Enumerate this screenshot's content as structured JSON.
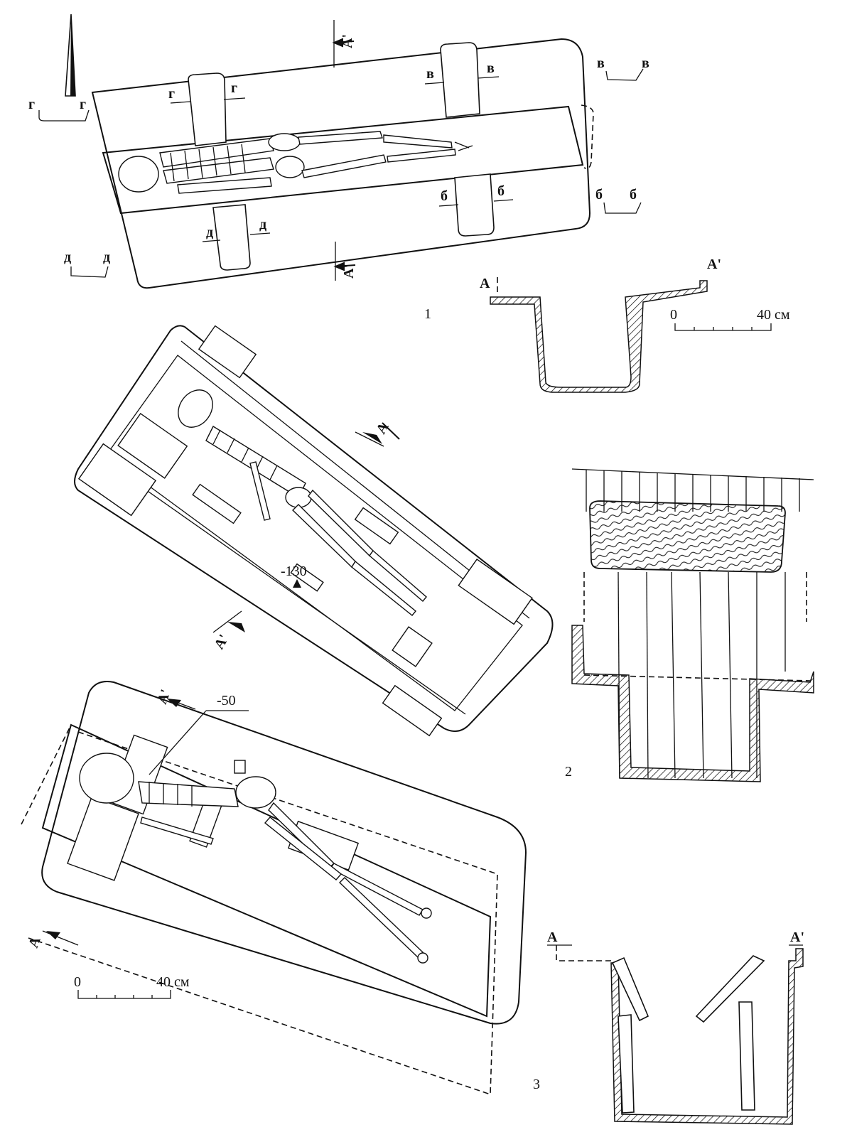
{
  "figure1": {
    "number": "1",
    "section_markers": {
      "g": [
        "г",
        "г"
      ],
      "v": [
        "в",
        "в"
      ],
      "b": [
        "б",
        "б"
      ],
      "d": [
        "д",
        "д"
      ]
    },
    "plan_labels": {
      "g_left": "г",
      "g_right": "г",
      "v_left": "в",
      "v_right": "в",
      "b_left": "б",
      "b_right": "б",
      "d_left": "д",
      "d_right": "д",
      "a_top": "А'",
      "a_bottom": "А'"
    },
    "section": {
      "left": "А",
      "right": "А'"
    },
    "scale": {
      "zero": "0",
      "end": "40 см"
    }
  },
  "figure2": {
    "number": "2",
    "depth": "-130",
    "a_label": "А",
    "a_prime_label": "А'"
  },
  "figure3": {
    "number": "3",
    "depth": "-50",
    "a_label": "А",
    "a_prime_label": "А'",
    "section": {
      "left": "А",
      "right": "А'"
    },
    "scale": {
      "zero": "0",
      "end": "40 см"
    }
  }
}
